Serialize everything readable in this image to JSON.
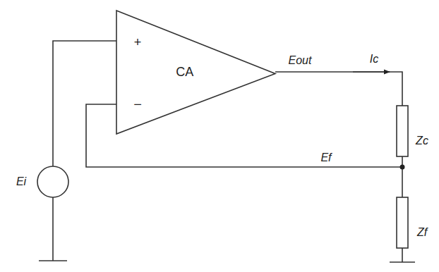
{
  "diagram": {
    "nodes": [
      {
        "text": [
          "CA"
        ]
      }
    ],
    "labels": [
      "+",
      "−",
      "Eout",
      "Ic",
      "Ei",
      "Ef",
      "Zc",
      "Zf"
    ]
  }
}
